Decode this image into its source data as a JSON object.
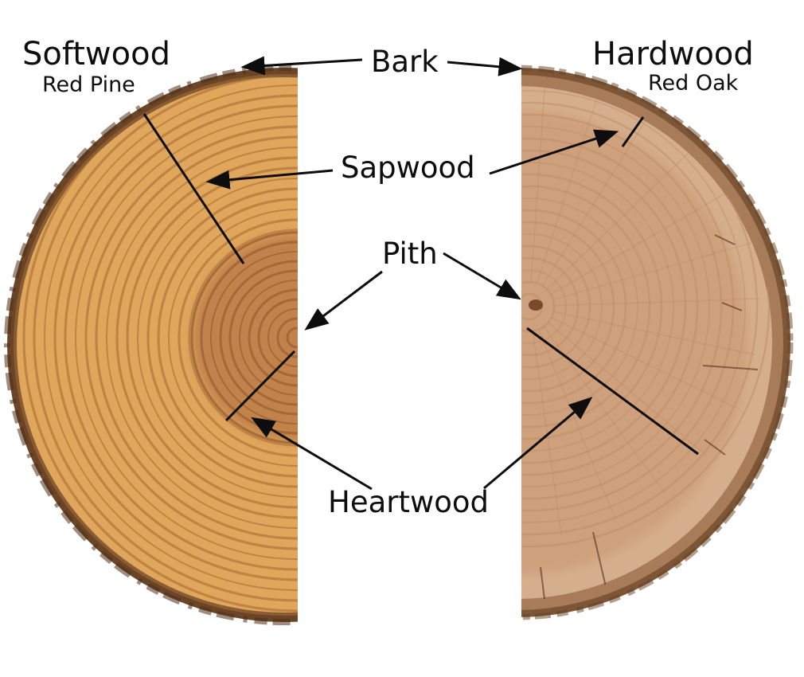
{
  "softwood": {
    "title": "Softwood",
    "species": "Red Pine"
  },
  "hardwood": {
    "title": "Hardwood",
    "species": "Red Oak"
  },
  "parts": {
    "bark": "Bark",
    "sapwood": "Sapwood",
    "pith": "Pith",
    "heartwood": "Heartwood"
  },
  "colors": {
    "background": "#ffffff",
    "annotation": "#0d0d0d",
    "pine_sapwood": "#e0a65c",
    "pine_ring": "#b0773a",
    "pine_heartwood": "#c2824b",
    "pine_heart_ring": "#9c6134",
    "pine_bark": "#8a5c33",
    "pine_bark_dark": "#6b4526",
    "oak_heartwood": "#cfa07b",
    "oak_sapwood": "#d5af8d",
    "oak_ring": "#bd8c66",
    "oak_bark": "#a87c58",
    "oak_bark_dark": "#7d5638",
    "oak_pith": "#7c4a28"
  }
}
